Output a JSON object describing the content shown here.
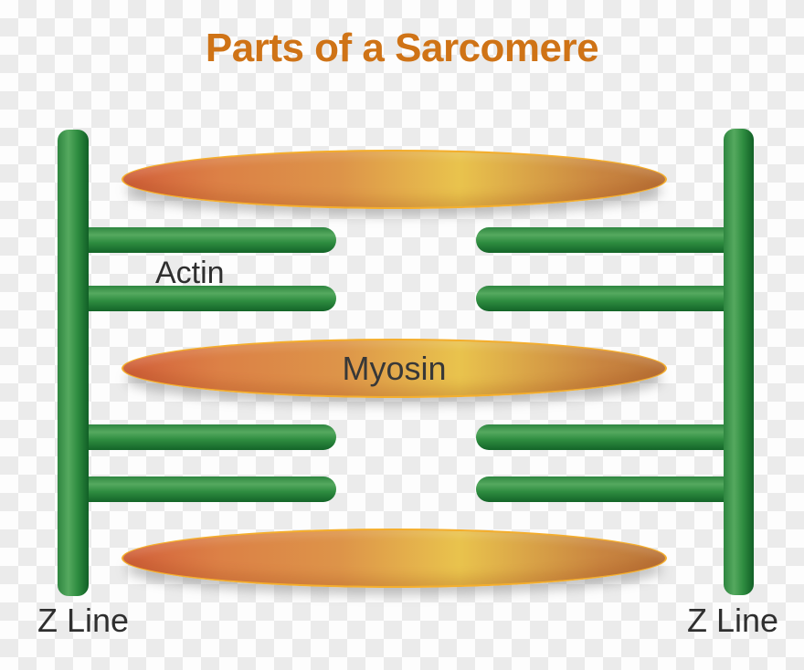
{
  "title": "Parts of a Sarcomere",
  "labels": {
    "actin": "Actin",
    "myosin": "Myosin",
    "z_line": "Z Line"
  },
  "colors": {
    "title_orange": "#cf7316",
    "label_text": "#2f2f2f",
    "filament_green_light": "#55a95f",
    "filament_green_dark": "#136428",
    "myosin_orange_red": "#d4613c",
    "myosin_orange": "#dc8146",
    "myosin_yellow": "#e9c34d",
    "myosin_brown_tip": "#bb763a",
    "myosin_border_gold": "#f4ae2c",
    "checker_white": "#fdfdfd",
    "checker_gray": "#ebebeb"
  },
  "diagram": {
    "z_line_count": 2,
    "actin_filament_count": 8,
    "myosin_filament_count": 3
  }
}
